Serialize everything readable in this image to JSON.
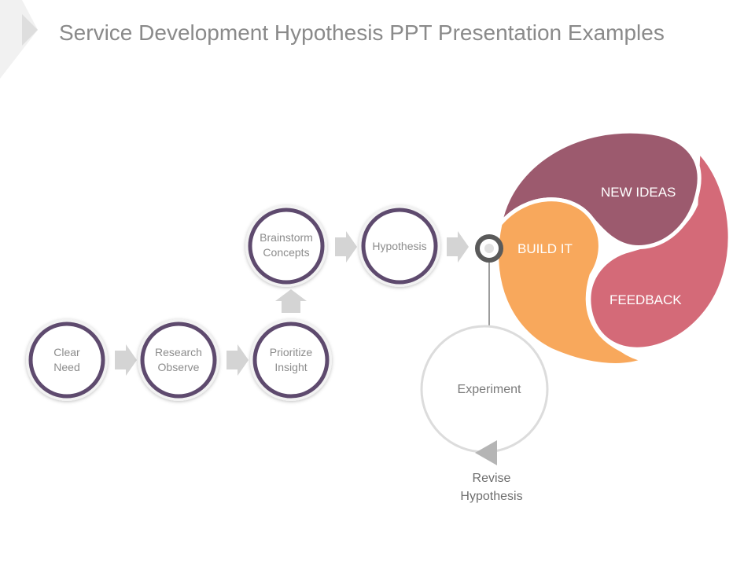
{
  "title": "Service Development Hypothesis PPT Presentation Examples",
  "nodes": [
    {
      "line1": "Clear",
      "line2": "Need"
    },
    {
      "line1": "Research",
      "line2": "Observe"
    },
    {
      "line1": "Prioritize",
      "line2": "Insight"
    },
    {
      "line1": "Brainstorm",
      "line2": "Concepts"
    },
    {
      "line1": "Hypothesis",
      "line2": ""
    }
  ],
  "cycle": {
    "new_ideas": "NEW IDEAS",
    "build_it": "BUILD IT",
    "feedback": "FEEDBACK"
  },
  "experiment": "Experiment",
  "revise": {
    "line1": "Revise",
    "line2": "Hypothesis"
  },
  "colors": {
    "ring": "#5e4a6e",
    "new_ideas": "#9c5a6e",
    "build_it": "#f8a85c",
    "feedback": "#d46a78",
    "arrow": "#d0d0d0",
    "connector": "#5a5a5a"
  }
}
